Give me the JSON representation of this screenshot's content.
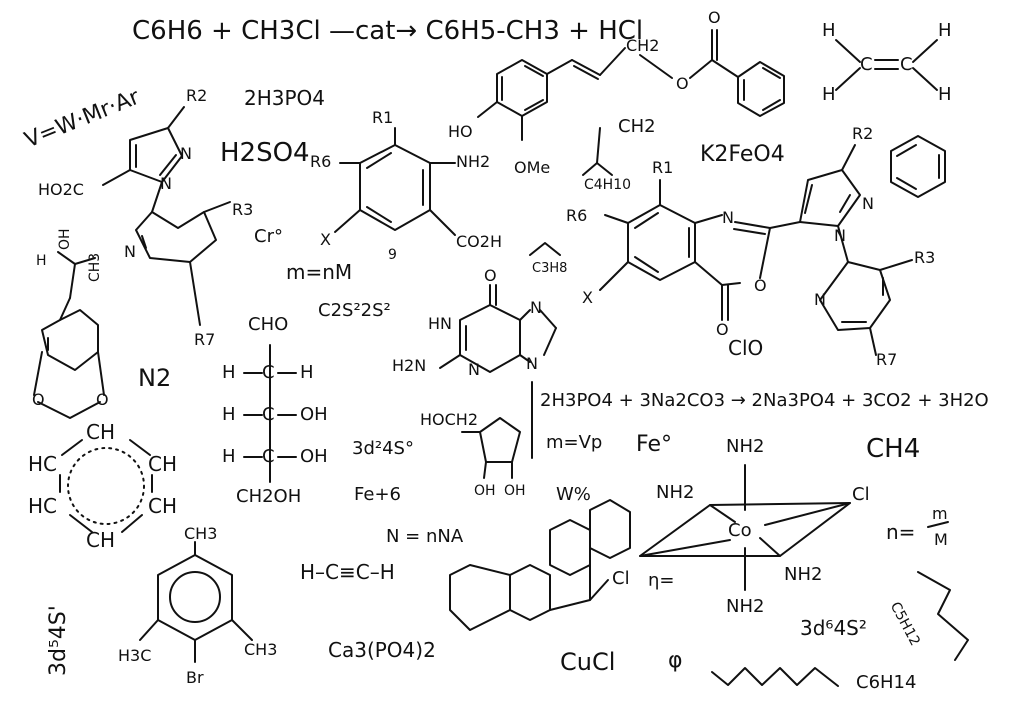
{
  "formulas": {
    "reaction_top": "C6H6 + CH3Cl —cat→ C6H5-CH3 + HCl",
    "reaction_top_cat": "cat",
    "formula_v": "V=W·Mr·Ar",
    "h3po4": "2H3PO4",
    "h2so4": "H2SO4",
    "k2feo4": "K2FeO4",
    "c4h10": "C4H10",
    "ch2_label": "CH2",
    "c3h8": "C3H8",
    "cr0": "Cr°",
    "m_nm": "m=nM",
    "c2s2s": "C2S²2S²",
    "n2": "N2",
    "reaction_mid": "2H3PO4 + 3Na2CO3 → 2Na3PO4 + 3CO2 + 3H2O",
    "m_vp": "m=Vp",
    "fe0": "Fe°",
    "ch4": "CH4",
    "config_3d2": "3d²4S°",
    "fe6": "Fe+6",
    "wpct": "W%",
    "n_nna": "N = nNA",
    "ethyne": "H–C≡C–H",
    "eta": "η=",
    "n_mM": "n=",
    "n_mM_num": "m",
    "n_mM_den": "M",
    "config_3d5": "3d⁵4S'",
    "config_3d6": "3d⁶4S²",
    "c5h12": "C5H12",
    "c6h14": "C6H14",
    "ca3po4": "Ca3(PO4)2",
    "cucl": "CuCl",
    "phi": "φ",
    "clo": "ClO",
    "cl_left": "Cl"
  },
  "labels": {
    "R1": "R1",
    "R2": "R2",
    "R3": "R3",
    "R6": "R6",
    "R7": "R7",
    "X": "X",
    "N": "N",
    "O": "O",
    "Cl": "Cl",
    "Br": "Br",
    "HO": "HO",
    "OMe": "OMe",
    "NH2": "NH2",
    "H2N": "H2N",
    "HN": "HN",
    "OH": "OH",
    "CH3": "CH3",
    "H3C": "H3C",
    "CHO": "CHO",
    "CH2OH": "CH2OH",
    "HOCH2": "HOCH2",
    "CH2": "CH2",
    "H": "H",
    "C": "C",
    "CH": "CH",
    "HC": "HC",
    "HO2C": "HO2C",
    "CO2H": "CO2H",
    "Co": "Co",
    "nine": "9"
  }
}
